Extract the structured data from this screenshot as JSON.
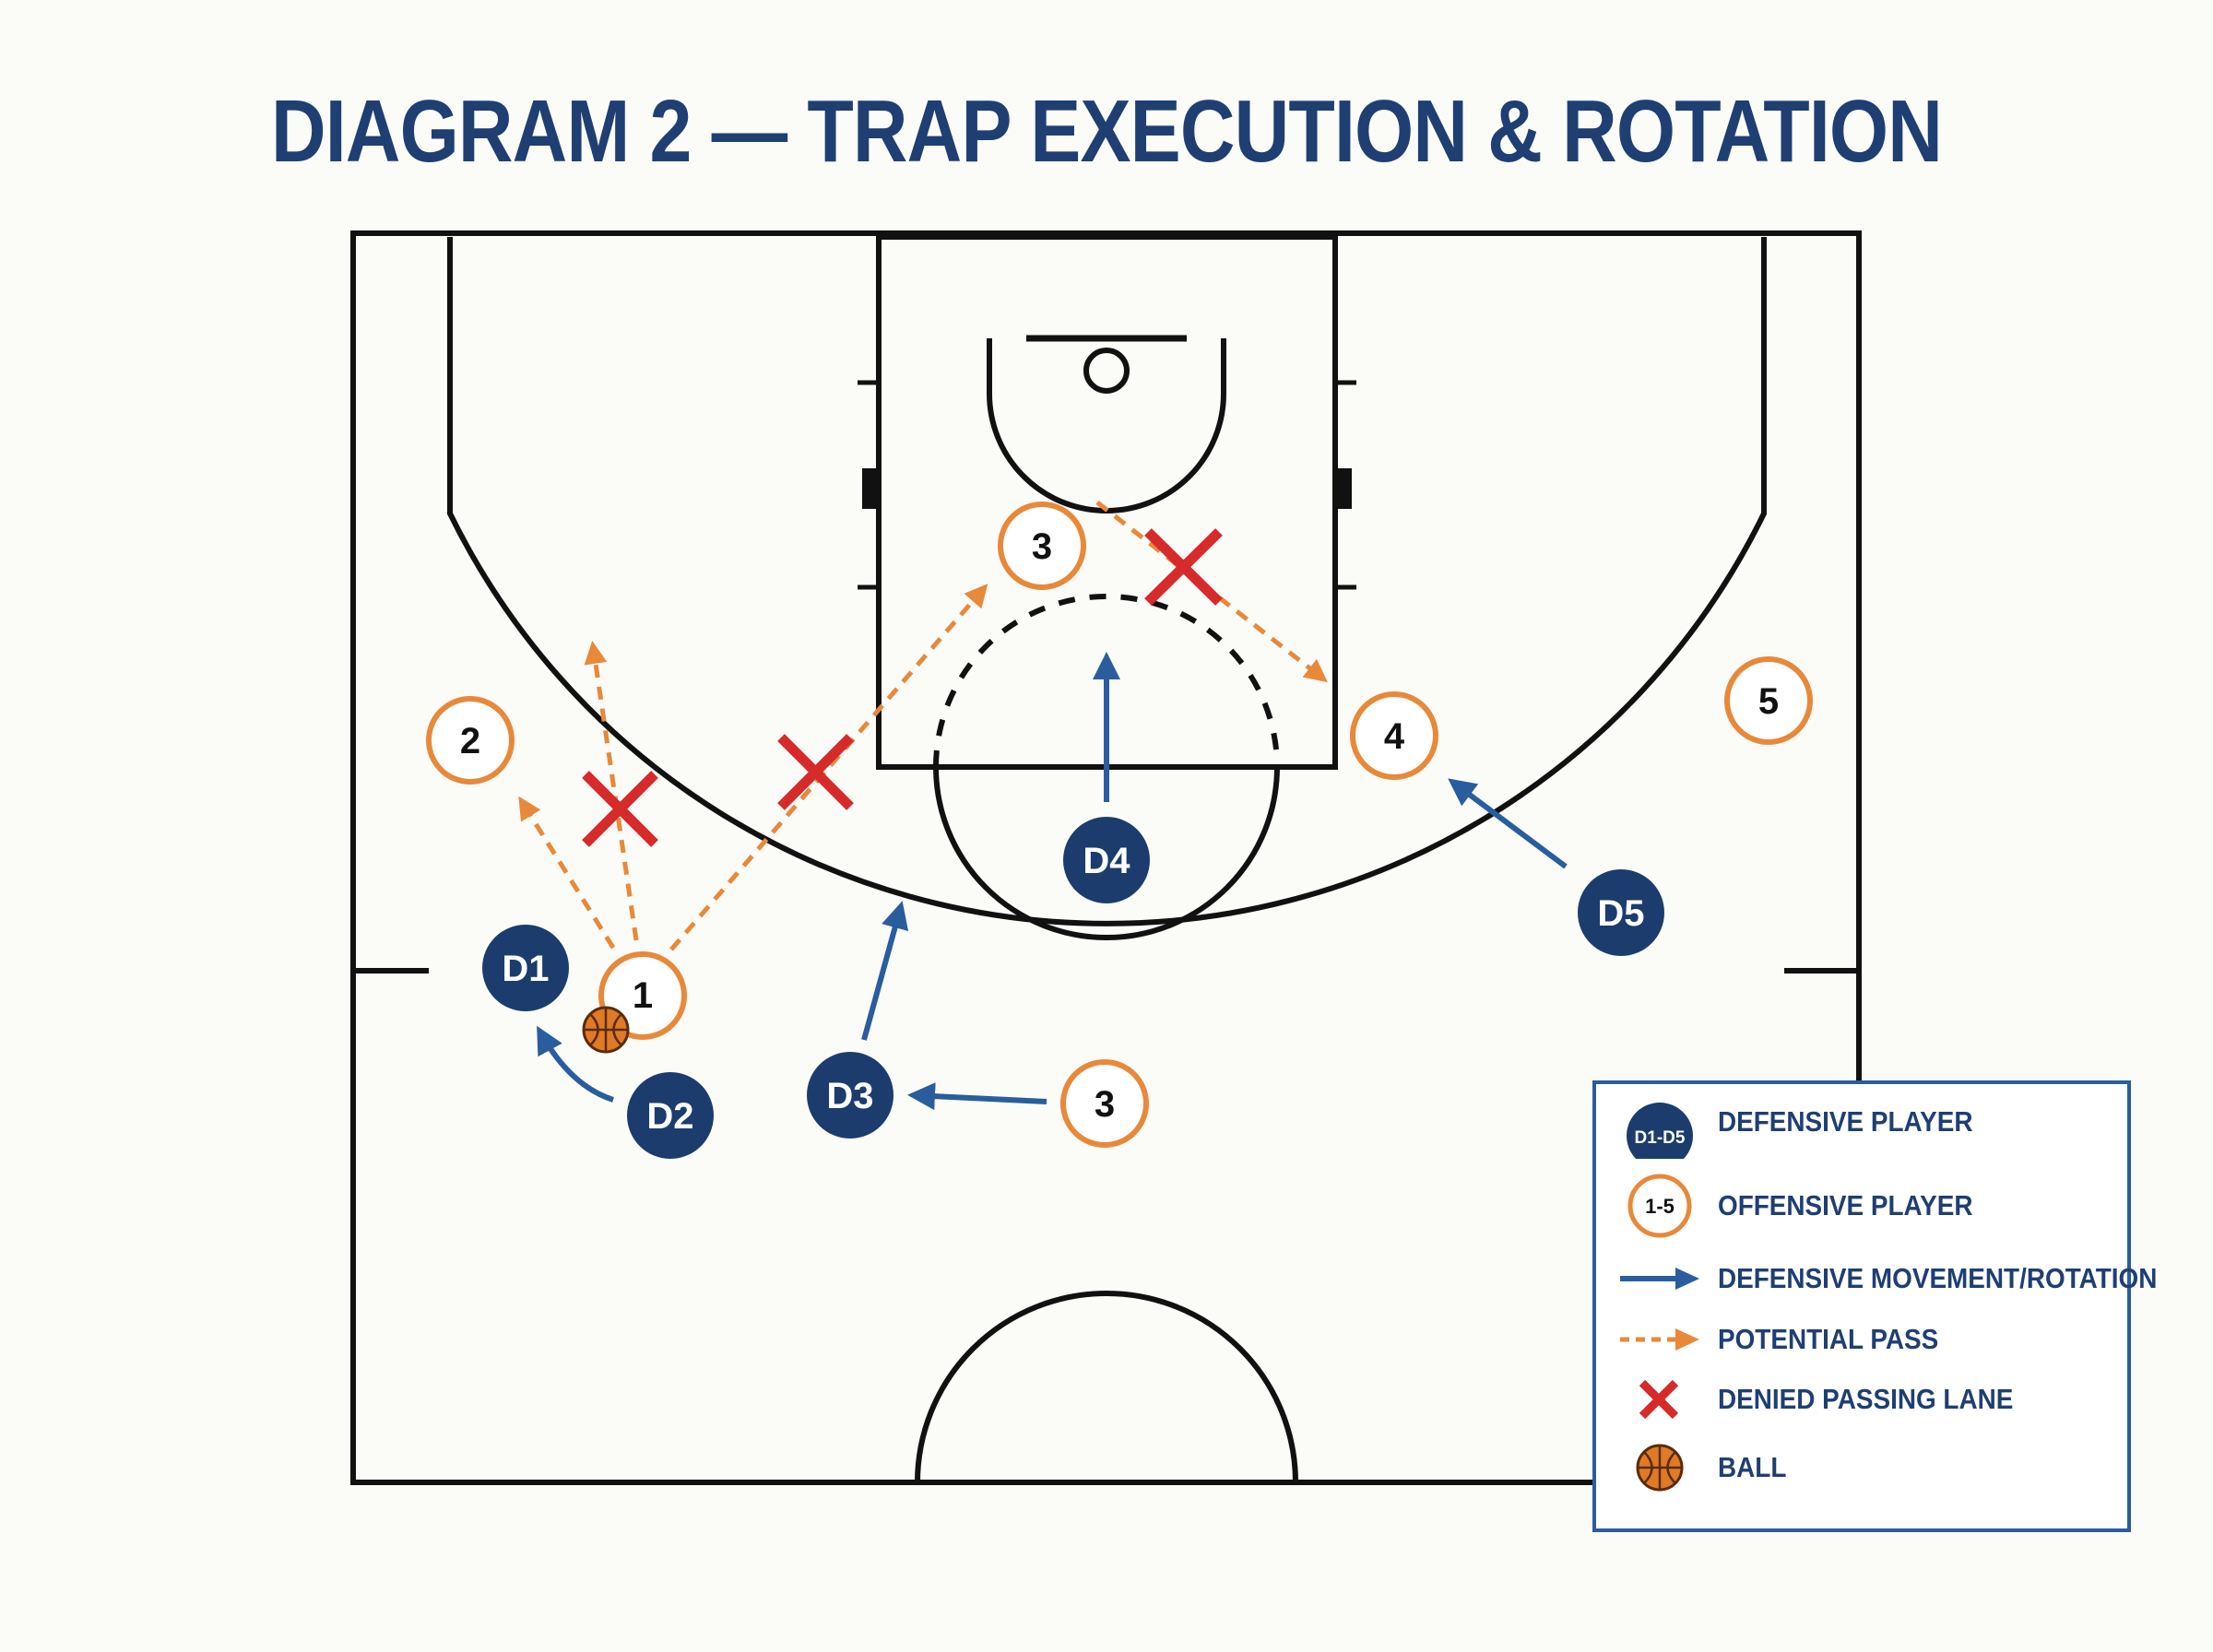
{
  "title": "DIAGRAM 2 — TRAP EXECUTION & ROTATION",
  "colors": {
    "defense": "#1c3c6e",
    "offense": "#e8893a",
    "movement_arrow": "#2a5d9e",
    "pass_arrow": "#e8893a",
    "denied_x": "#d72a2a",
    "court_line": "#111111",
    "ball": "#e07a25"
  },
  "players": {
    "defense": [
      "D1",
      "D2",
      "D3",
      "D4",
      "D5"
    ],
    "offense": [
      "1",
      "2",
      "3",
      "3",
      "4",
      "5"
    ]
  },
  "legend": {
    "defensive_player": {
      "symbol": "D1-D5",
      "label": "DEFENSIVE PLAYER"
    },
    "offensive_player": {
      "symbol": "1-5",
      "label": "OFFENSIVE PLAYER"
    },
    "defensive_movement": {
      "label": "DEFENSIVE MOVEMENT/ROTATION"
    },
    "potential_pass": {
      "label": "POTENTIAL PASS"
    },
    "denied_lane": {
      "label": "DENIED PASSING LANE"
    },
    "ball": {
      "label": "BALL"
    }
  }
}
